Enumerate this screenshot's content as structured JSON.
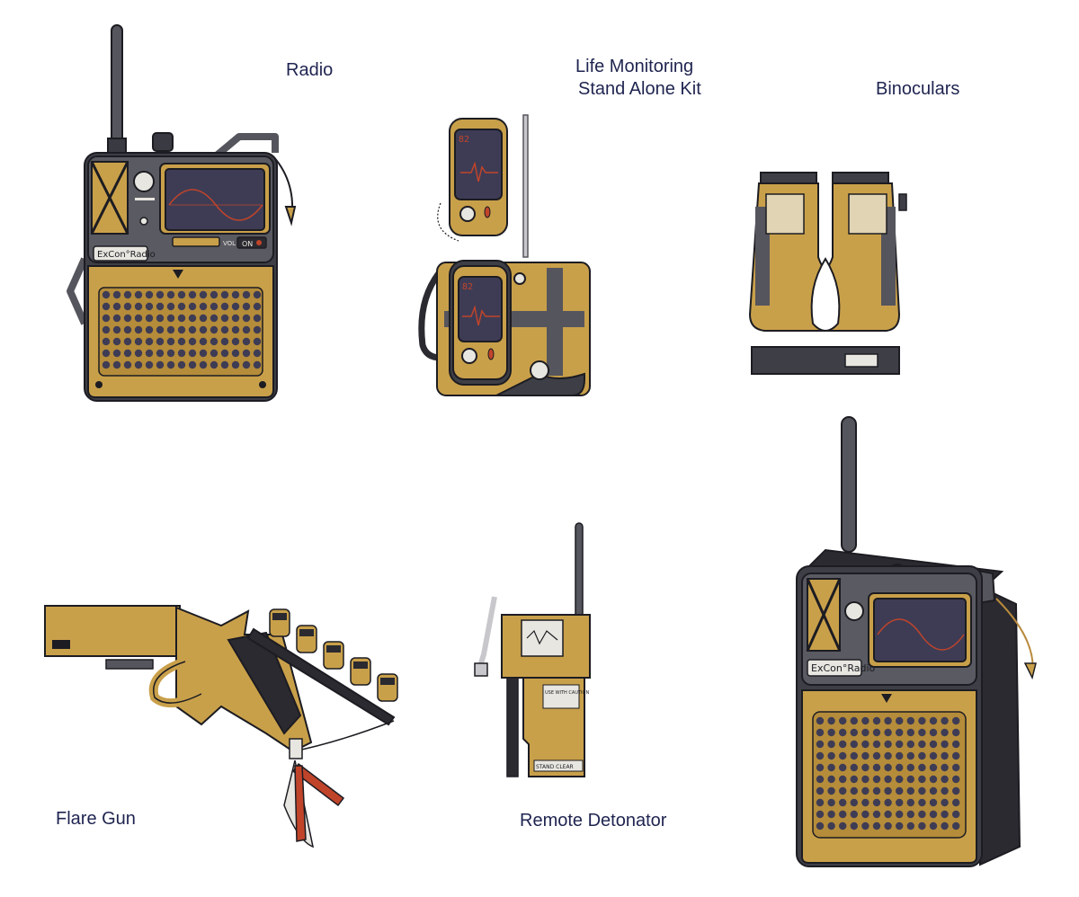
{
  "labels": {
    "radio": "Radio",
    "life_kit_line1": "Life Monitoring",
    "life_kit_line2": "Stand Alone Kit",
    "binoculars": "Binoculars",
    "flare_gun": "Flare Gun",
    "remote_detonator": "Remote Detonator"
  },
  "device_text": {
    "radio_brand": "ExCon°Radio",
    "radio_vol": "VOL",
    "radio_on": "ON",
    "monitor_reading": "82",
    "detonator_caution": "USE WITH CAUTION",
    "detonator_stand_clear": "STAND CLEAR"
  },
  "colors": {
    "body_ochre": "#c9a04a",
    "dark_panel": "#55555d",
    "outline": "#1c1c22",
    "screen": "#3e3c55",
    "label_text": "#1f2450",
    "accent_red": "#c0442a"
  }
}
